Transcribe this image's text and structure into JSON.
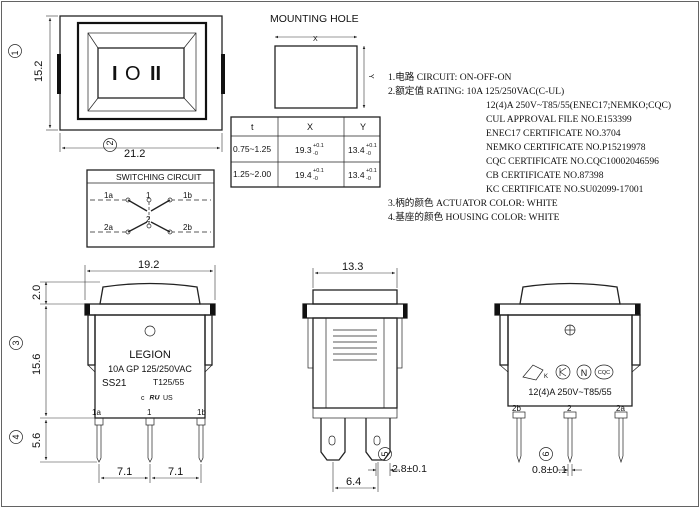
{
  "top_view": {
    "width_dim": "21.2",
    "height_dim": "15.2",
    "marker_1": "1",
    "marker_2": "2",
    "actuator_symbols": [
      "I",
      "O",
      "II"
    ]
  },
  "mounting_hole": {
    "title": "MOUNTING HOLE",
    "x_label": "X",
    "y_label": "Y"
  },
  "hole_table": {
    "headers": [
      "t",
      "X",
      "Y"
    ],
    "rows": [
      {
        "t": "0.75~1.25",
        "x": "19.3",
        "x_tol_up": "+0.1",
        "x_tol_dn": "-0",
        "y": "13.4",
        "y_tol_up": "+0.1",
        "y_tol_dn": "-0"
      },
      {
        "t": "1.25~2.00",
        "x": "19.4",
        "x_tol_up": "+0.1",
        "x_tol_dn": "-0",
        "y": "13.4",
        "y_tol_up": "+0.1",
        "y_tol_dn": "-0"
      }
    ]
  },
  "switching_circuit": {
    "title": "SWITCHING CIRCUIT",
    "labels": {
      "t1a": "1a",
      "t2a": "2a",
      "t1": "1",
      "t2": "2",
      "t1b": "1b",
      "t2b": "2b"
    }
  },
  "specs": [
    "1.电路 CIRCUIT: ON-OFF-ON",
    "2.额定值 RATING: 10A 125/250VAC(C-UL)",
    "12(4)A 250V~T85/55(ENEC17;NEMKO;CQC)",
    "CUL APPROVAL FILE NO.E153399",
    "ENEC17 CERTIFICATE NO.3704",
    "NEMKO CERTIFICATE NO.P15219978",
    "CQC CERTIFICATE NO.CQC10002046596",
    "CB   CERTIFICATE NO.87398",
    "KC   CERTIFICATE NO.SU02099-17001",
    "3.柄的颜色 ACTUATOR COLOR: WHITE",
    "4.基座的颜色 HOUSING COLOR: WHITE"
  ],
  "front_view": {
    "width_dim": "19.2",
    "top_dim": "2.0",
    "height_dim": "15.6",
    "pin_dim": "5.6",
    "pitch_left": "7.1",
    "pitch_right": "7.1",
    "marker_3": "3",
    "marker_4": "4",
    "brand": "LEGION",
    "rating": "10A GP 125/250VAC",
    "model": "SS21",
    "temp": "T125/55",
    "ul_c": "c",
    "ul_us": "US",
    "pins": [
      "1a",
      "1",
      "1b"
    ]
  },
  "side_view": {
    "width_dim": "13.3",
    "pin_width": "2.8±0.1",
    "pin_span": "6.4",
    "marker_5": "5"
  },
  "rear_view": {
    "rating": "12(4)A  250V~T85/55",
    "pins": [
      "2b",
      "2",
      "2a"
    ],
    "pin_thickness": "0.8±0.1",
    "marker_6": "6",
    "cqc": "CQC",
    "n_mark": "N",
    "k_mark": "K"
  }
}
